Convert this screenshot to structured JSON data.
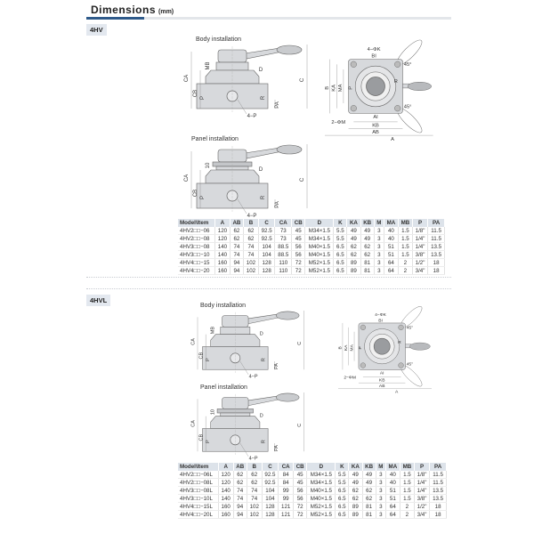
{
  "header": {
    "title": "Dimensions",
    "unit": "(mm)"
  },
  "sections": [
    {
      "tag": "4HV",
      "body_caption": "Body installation",
      "panel_caption": "Panel installation",
      "labels": {
        "CA": "CA",
        "CB": "CB",
        "MB": "MB",
        "D": "D",
        "P": "P",
        "R": "R",
        "PA": "PA",
        "C": "C",
        "port": "4−P",
        "ten": "10",
        "K": "4−ΦK",
        "B": "B",
        "BI": "BI",
        "KA": "KA",
        "MA": "MA",
        "AI": "AI",
        "KB": "KB",
        "AB": "AB",
        "A": "A",
        "M": "2−ΦM",
        "angle1": "45°",
        "angle2": "45°"
      },
      "table": {
        "headers": [
          "Model\\Item",
          "A",
          "AB",
          "B",
          "C",
          "CA",
          "CB",
          "D",
          "K",
          "KA",
          "KB",
          "M",
          "MA",
          "MB",
          "P",
          "PA"
        ],
        "rows": [
          [
            "4HV2□□−06",
            "120",
            "62",
            "62",
            "92.5",
            "73",
            "45",
            "M34×1.5",
            "5.5",
            "49",
            "49",
            "3",
            "40",
            "1.5",
            "1/8\"",
            "11.5"
          ],
          [
            "4HV2□□−08",
            "120",
            "62",
            "62",
            "92.5",
            "73",
            "45",
            "M34×1.5",
            "5.5",
            "49",
            "49",
            "3",
            "40",
            "1.5",
            "1/4\"",
            "11.5"
          ],
          [
            "4HV3□□−08",
            "140",
            "74",
            "74",
            "104",
            "88.5",
            "56",
            "M40×1.5",
            "6.5",
            "62",
            "62",
            "3",
            "51",
            "1.5",
            "1/4\"",
            "13.5"
          ],
          [
            "4HV3□□−10",
            "140",
            "74",
            "74",
            "104",
            "88.5",
            "56",
            "M40×1.5",
            "6.5",
            "62",
            "62",
            "3",
            "51",
            "1.5",
            "3/8\"",
            "13.5"
          ],
          [
            "4HV4□□−15",
            "160",
            "94",
            "102",
            "128",
            "110",
            "72",
            "M52×1.5",
            "6.5",
            "89",
            "81",
            "3",
            "64",
            "2",
            "1/2\"",
            "18"
          ],
          [
            "4HV4□□−20",
            "160",
            "94",
            "102",
            "128",
            "110",
            "72",
            "M52×1.5",
            "6.5",
            "89",
            "81",
            "3",
            "64",
            "2",
            "3/4\"",
            "18"
          ]
        ]
      }
    },
    {
      "tag": "4HVL",
      "body_caption": "Body installation",
      "panel_caption": "Panel installation",
      "labels": {
        "CA": "CA",
        "CB": "CB",
        "MB": "MB",
        "D": "D",
        "P": "P",
        "R": "R",
        "PA": "PA",
        "C": "C",
        "port": "4−P",
        "ten": "10",
        "K": "4−ΦK",
        "B": "B",
        "BI": "BI",
        "KA": "KA",
        "MA": "MA",
        "AI": "AI",
        "KB": "KB",
        "AB": "AB",
        "A": "A",
        "M": "2−ΦM",
        "angle1": "45°",
        "angle2": "45°"
      },
      "table": {
        "headers": [
          "Model\\Item",
          "A",
          "AB",
          "B",
          "C",
          "CA",
          "CB",
          "D",
          "K",
          "KA",
          "KB",
          "M",
          "MA",
          "MB",
          "P",
          "PA"
        ],
        "rows": [
          [
            "4HV2□□−06L",
            "120",
            "62",
            "62",
            "92.5",
            "84",
            "45",
            "M34×1.5",
            "5.5",
            "49",
            "49",
            "3",
            "40",
            "1.5",
            "1/8\"",
            "11.5"
          ],
          [
            "4HV2□□−08L",
            "120",
            "62",
            "62",
            "92.5",
            "84",
            "45",
            "M34×1.5",
            "5.5",
            "49",
            "49",
            "3",
            "40",
            "1.5",
            "1/4\"",
            "11.5"
          ],
          [
            "4HV3□□−08L",
            "140",
            "74",
            "74",
            "104",
            "99",
            "56",
            "M40×1.5",
            "6.5",
            "62",
            "62",
            "3",
            "51",
            "1.5",
            "1/4\"",
            "13.5"
          ],
          [
            "4HV3□□−10L",
            "140",
            "74",
            "74",
            "104",
            "99",
            "56",
            "M40×1.5",
            "6.5",
            "62",
            "62",
            "3",
            "51",
            "1.5",
            "3/8\"",
            "13.5"
          ],
          [
            "4HV4□□−15L",
            "160",
            "94",
            "102",
            "128",
            "121",
            "72",
            "M52×1.5",
            "6.5",
            "89",
            "81",
            "3",
            "64",
            "2",
            "1/2\"",
            "18"
          ],
          [
            "4HV4□□−20L",
            "160",
            "94",
            "102",
            "128",
            "121",
            "72",
            "M52×1.5",
            "6.5",
            "89",
            "81",
            "3",
            "64",
            "2",
            "3/4\"",
            "18"
          ]
        ]
      }
    }
  ]
}
